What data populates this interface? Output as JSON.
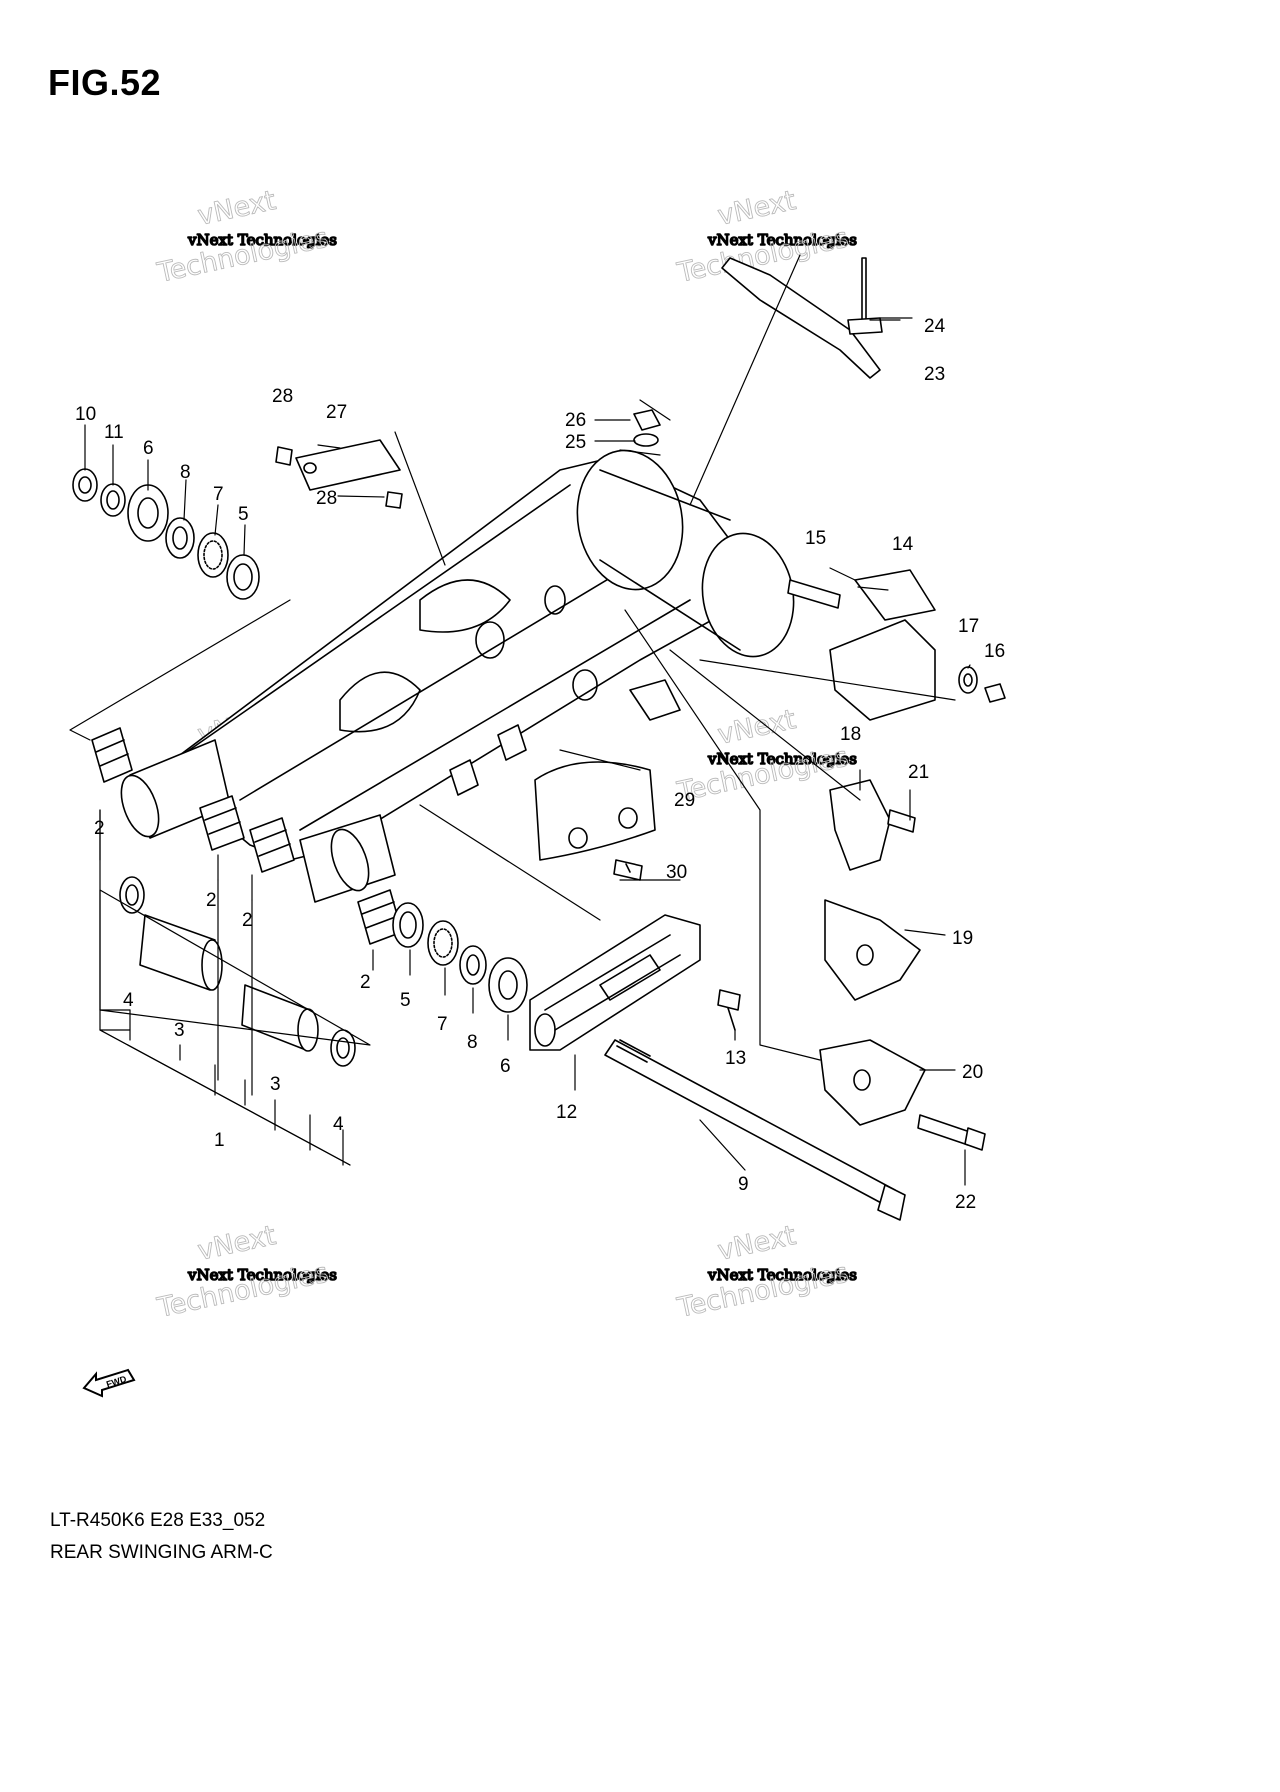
{
  "header": {
    "figure_label": "FIG.52"
  },
  "footer": {
    "model_code": "LT-R450K6 E28 E33_052",
    "caption": "REAR SWINGING ARM-C"
  },
  "fwd_marker": {
    "text": "FWD",
    "icon": "forward-arrow-icon"
  },
  "watermark": {
    "line1": "vNext Technologies",
    "line2": "vNext",
    "line3": "Technologies"
  },
  "callouts": {
    "c1": "1",
    "c2a": "2",
    "c2b": "2",
    "c2c": "2",
    "c2d": "2",
    "c3a": "3",
    "c3b": "3",
    "c4a": "4",
    "c4b": "4",
    "c5a": "5",
    "c5b": "5",
    "c6a": "6",
    "c6b": "6",
    "c7a": "7",
    "c7b": "7",
    "c8a": "8",
    "c8b": "8",
    "c9": "9",
    "c10": "10",
    "c11": "11",
    "c12": "12",
    "c13": "13",
    "c14": "14",
    "c15": "15",
    "c16": "16",
    "c17": "17",
    "c18": "18",
    "c19": "19",
    "c20": "20",
    "c21": "21",
    "c22": "22",
    "c23": "23",
    "c24": "24",
    "c25": "25",
    "c26": "26",
    "c27": "27",
    "c28a": "28",
    "c28b": "28",
    "c29": "29",
    "c30": "30"
  }
}
